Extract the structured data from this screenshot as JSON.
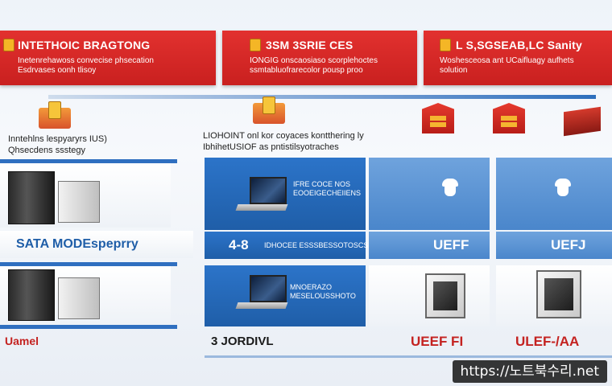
{
  "header": {
    "col1": {
      "title": "INTETHOIC BRAGTONG",
      "subtitle": "Inetenrehawoss convecise phsecation\nEsdrvases oonh tlisoy"
    },
    "col2": {
      "title": "3SM 3SRIE CES",
      "subtitle": "IONGIG onscaosiaso scorplehoctes\nssmtabluofrarecolor pousp proo"
    },
    "col3": {
      "title": "L S,SGSEAB,LC Sanity",
      "subtitle": "Woshesceosa ant UCaifluagy aufhets\nsolution"
    }
  },
  "labels": {
    "left_intro": "Inntehlns lespyaryrs IUS)\nQhsecdens ssstegy",
    "center_intro": "LIOHOINT onl kor coyaces kontthering ly\nIbhihetUSIOF as pntistilsyotraches"
  },
  "row1": {
    "center_small": "IFRE COCE NOS\nEOOEIGECHEIIENS"
  },
  "row2": {
    "left_label": "SATA MODEspeprry",
    "center_label": "4-8",
    "center_small": "IDHOCEE ESSSBESSOTOSCS",
    "right_label1": "UEFF",
    "right_label2": "UEFJ"
  },
  "row3": {
    "center_small": "MNOERAZO\nMESELOUSSHOTO"
  },
  "row4": {
    "left_label": "Uamel",
    "center_label": "3 JORDIVL",
    "right_label1": "UEEF FI",
    "right_label2": "ULEF-/AA"
  },
  "watermark": "https://노트북수리.net",
  "colors": {
    "red": "#d9292a",
    "blue": "#2c74c9",
    "lightblue": "#5d95d4"
  }
}
